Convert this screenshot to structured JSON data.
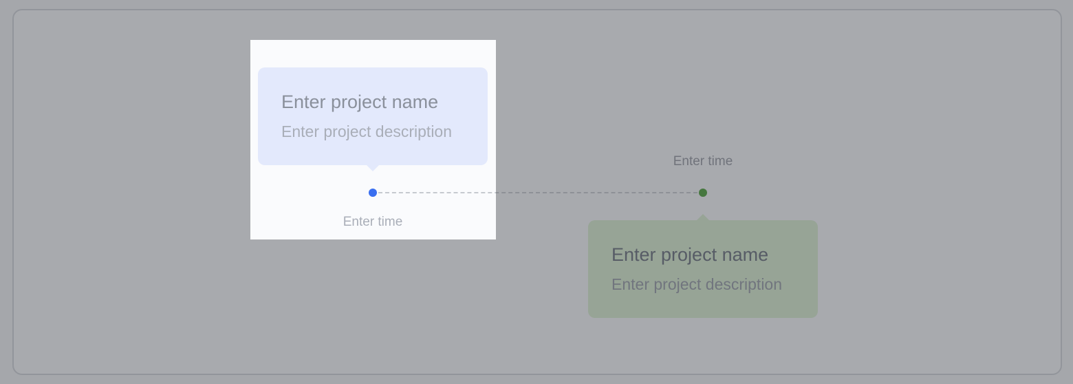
{
  "timeline": {
    "items": [
      {
        "title": "Enter project name",
        "description": "Enter project description",
        "time": "Enter time",
        "color": "#3a6ff0",
        "card_color": "#e3e9fc",
        "position": "above"
      },
      {
        "title": "Enter project name",
        "description": "Enter project description",
        "time": "Enter time",
        "color": "#3e9a2a",
        "card_color": "#d8efcf",
        "position": "below"
      }
    ]
  },
  "spotlight": {
    "highlighted_item": 0
  }
}
